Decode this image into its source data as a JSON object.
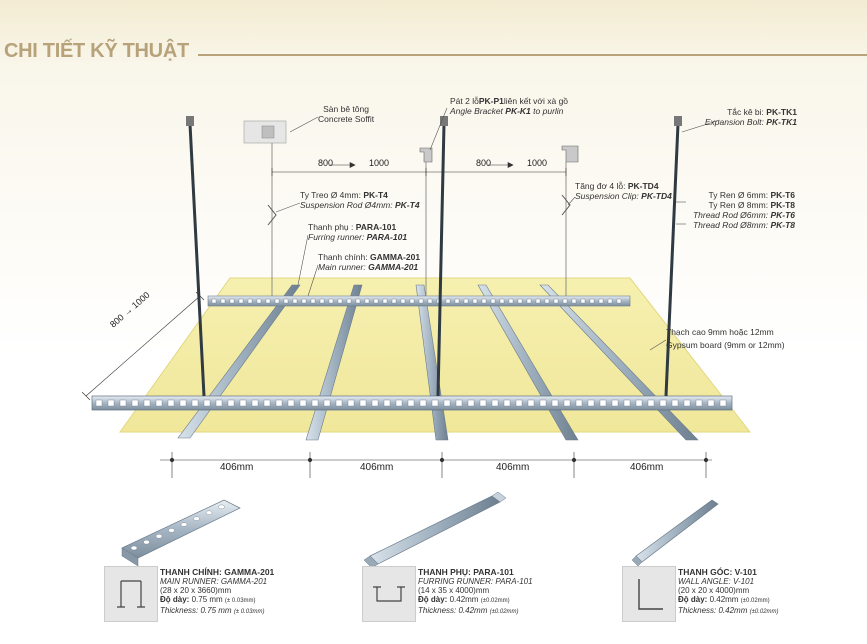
{
  "title": "CHI TIẾT KỸ THUẬT",
  "labels": {
    "concrete_vi": "Sàn bê tông",
    "concrete_en": "Concrete Soffit",
    "bracket_vi_a": "Pát 2 lỗ ",
    "bracket_vi_code": "PK-P1",
    "bracket_vi_b": " liên kết với xà gồ",
    "bracket_en_a": "Angle Bracket ",
    "bracket_en_code": "PK-K1",
    "bracket_en_b": " to purlin",
    "bolt_vi": "Tắc kê bi:",
    "bolt_vi_code": "PK-TK1",
    "bolt_en": "Expansion Bolt:",
    "bolt_en_code": "PK-TK1",
    "rod_vi": "Ty Treo Ø 4mm:",
    "rod_vi_code": "PK-T4",
    "rod_en": "Suspension Rod Ø4mm:",
    "rod_en_code": "PK-T4",
    "clip_vi": "Tăng đơ 4 lỗ:",
    "clip_vi_code": "PK-TD4",
    "clip_en": "Suspension Clip:",
    "clip_en_code": "PK-TD4",
    "thread6_vi": "Ty Ren Ø 6mm:",
    "thread6_vi_code": "PK-T6",
    "thread8_vi": "Ty Ren Ø 8mm:",
    "thread8_vi_code": "PK-T8",
    "thread6_en": "Thread Rod Ø6mm:",
    "thread6_en_code": "PK-T6",
    "thread8_en": "Thread Rod Ø8mm:",
    "thread8_en_code": "PK-T8",
    "furring_vi": "Thanh phụ :",
    "furring_vi_code": "PARA-101",
    "furring_en": "Furring runner:",
    "furring_en_code": "PARA-101",
    "main_vi": "Thanh chính:",
    "main_vi_code": "GAMMA-201",
    "main_en": "Main runner:",
    "main_en_code": "GAMMA-201",
    "gypsum_vi": "Thạch cao 9mm hoặc 12mm",
    "gypsum_en": "Gypsum board (9mm or 12mm)"
  },
  "dimensions": {
    "span_left_a": "800",
    "span_left_b": "1000",
    "span_right_a": "800",
    "span_right_b": "1000",
    "diag_a": "800",
    "diag_b": "1000",
    "bottom": [
      "406mm",
      "406mm",
      "406mm",
      "406mm"
    ]
  },
  "products": [
    {
      "title": "THANH CHÍNH: GAMMA-201",
      "sub_en": "MAIN RUNNER: GAMMA-201",
      "size": "(28 x 20 x 3660)mm",
      "thick_vi_label": "Độ dày:",
      "thick_vi_value": " 0.75 mm ",
      "thick_vi_tol": "(± 0.03mm)",
      "thick_en_label": "Thickness:",
      "thick_en_value": " 0.75 mm ",
      "thick_en_tol": "(± 0.03mm)"
    },
    {
      "title": "THANH PHỤ: PARA-101",
      "sub_en": "FURRING RUNNER: PARA-101",
      "size": "(14 x 35 x 4000)mm",
      "thick_vi_label": "Độ dày:",
      "thick_vi_value": " 0.42mm ",
      "thick_vi_tol": "(±0.02mm)",
      "thick_en_label": "Thickness:",
      "thick_en_value": " 0.42mm ",
      "thick_en_tol": "(±0.02mm)"
    },
    {
      "title": "THANH GÓC: V-101",
      "sub_en": "WALL ANGLE: V-101",
      "size": "(20 x 20 x 4000)mm",
      "thick_vi_label": "Độ dày:",
      "thick_vi_value": " 0.42mm ",
      "thick_vi_tol": "(±0.02mm)",
      "thick_en_label": "Thickness:",
      "thick_en_value": " 0.42mm ",
      "thick_en_tol": "(±0.02mm)"
    }
  ],
  "colors": {
    "title": "#b7a27a",
    "board": "#f7f2a6",
    "metal": "#a9b8c6",
    "rod": "#2f3a42"
  }
}
